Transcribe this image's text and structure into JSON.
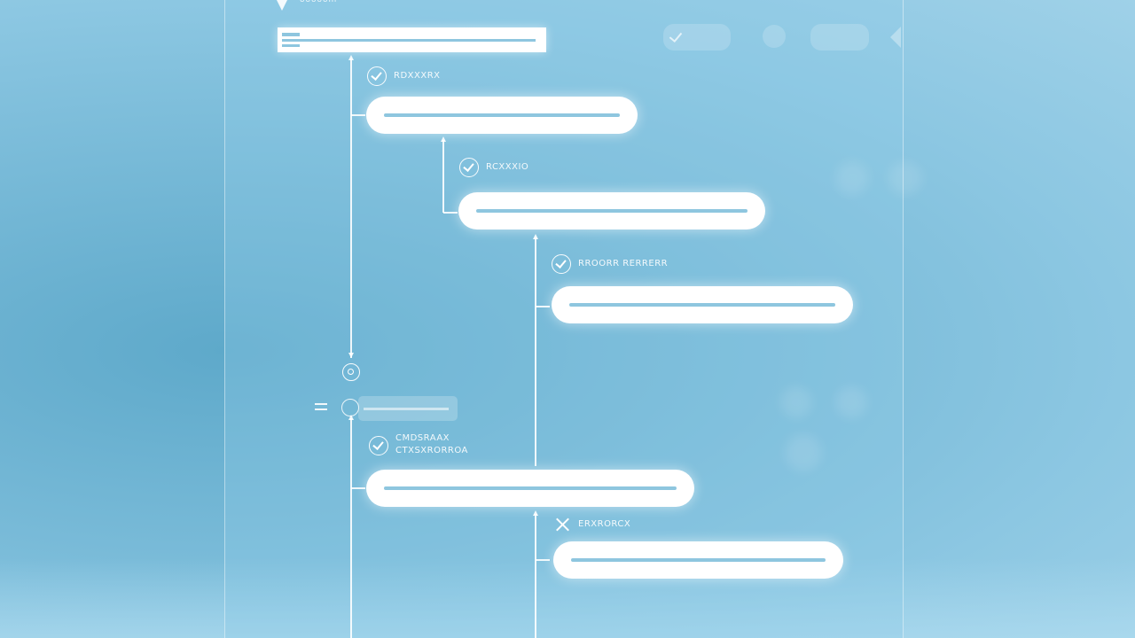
{
  "header": {
    "title": "ooooom"
  },
  "steps": [
    {
      "label": "Rdxxxrx",
      "status": "done"
    },
    {
      "label": "Rcxxxio",
      "status": "done"
    },
    {
      "label": "Rroorr rerrerr",
      "status": "done"
    },
    {
      "label": "Cmdsraax Ctxsxrorroa",
      "status": "done"
    },
    {
      "label": "Erxrorcx",
      "status": "failed"
    }
  ],
  "icons": {
    "top_check": "check-icon",
    "top_settings": "gear-icon",
    "merge_node": "node-icon",
    "menu": "menu-icon",
    "check": "check-circle-icon",
    "fail": "x-icon"
  },
  "colors": {
    "accent": "#8ec6df",
    "surface": "#ffffff",
    "background": "#7cbcd9"
  }
}
